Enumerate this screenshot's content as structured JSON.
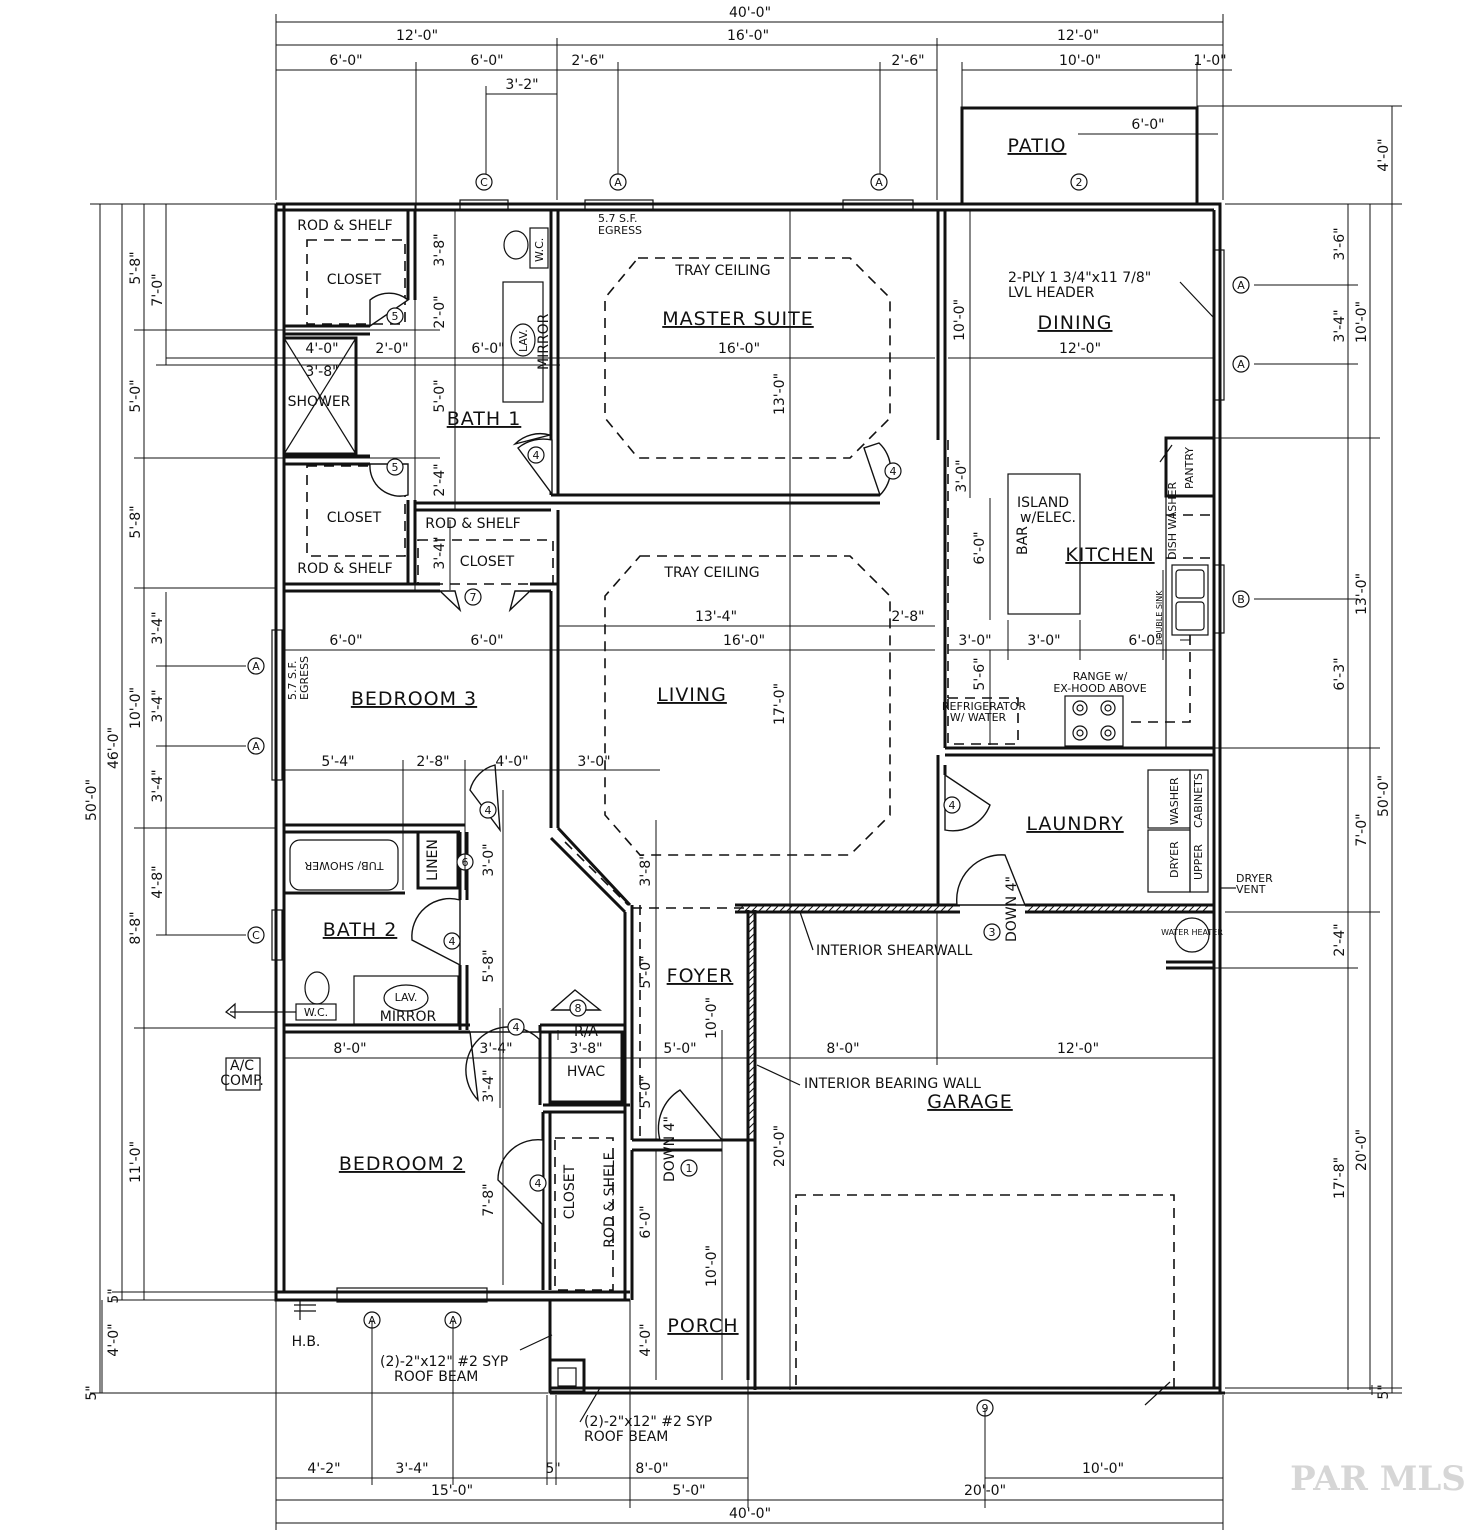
{
  "rooms": {
    "patio": "PATIO",
    "master_suite": "MASTER SUITE",
    "dining": "DINING",
    "kitchen": "KITCHEN",
    "bath1": "BATH 1",
    "bedroom3": "BEDROOM 3",
    "living": "LIVING",
    "laundry": "LAUNDRY",
    "bath2": "BATH 2",
    "foyer": "FOYER",
    "garage": "GARAGE",
    "bedroom2": "BEDROOM 2",
    "porch": "PORCH",
    "shower": "SHOWER",
    "closet": "CLOSET",
    "rod_shelf": "ROD & SHELF",
    "linen": "LINEN",
    "hvac": "HVAC",
    "pantry": "PANTRY"
  },
  "notes": {
    "tray_ceiling": "TRAY CEILING",
    "egress": "5.7 S.F.",
    "egress2": "EGRESS",
    "wc": "W.C.",
    "lav": "LAV.",
    "mirror": "MIRROR",
    "lvl_header_1": "2-PLY 1 3/4\"x11 7/8\"",
    "lvl_header_2": "LVL HEADER",
    "island_1": "ISLAND",
    "island_2": "w/ELEC.",
    "bar": "BAR",
    "dish_washer": "DISH WASHER",
    "range_1": "RANGE w/",
    "range_2": "EX-HOOD ABOVE",
    "fridge_1": "REFRIGERATOR",
    "fridge_2": "W/ WATER",
    "washer": "WASHER",
    "dryer": "DRYER",
    "upper": "UPPER",
    "cabinets": "CABINETS",
    "dryer_vent_1": "DRYER",
    "dryer_vent_2": "VENT",
    "down4": "DOWN 4\"",
    "water_heater": "WATER HEATER",
    "shearwall": "INTERIOR SHEARWALL",
    "bearing_wall": "INTERIOR BEARING WALL",
    "ra": "R/A",
    "ac_1": "A/C",
    "ac_2": "COMP.",
    "hb": "H.B.",
    "beam_1a": "(2)-2\"x12\" #2 SYP",
    "beam_1b": "ROOF BEAM",
    "beam_2a": "(2)-2\"x12\" #2 SYP",
    "beam_2b": "ROOF BEAM",
    "tub": "TUB/ SHOWER",
    "double_sink": "DOUBLE SINK"
  },
  "dims_top": {
    "total": "40'-0\"",
    "d12a": "12'-0\"",
    "d16": "16'-0\"",
    "d12b": "12'-0\"",
    "d6a": "6'-0\"",
    "d6b": "6'-0\"",
    "d2_6a": "2'-6\"",
    "d2_6b": "2'-6\"",
    "d10": "10'-0\"",
    "d1": "1'-0\"",
    "d3_2": "3'-2\"",
    "d6c": "6'-0\""
  },
  "dims_bottom": {
    "d4_2": "4'-2\"",
    "d3_4": "3'-4\"",
    "d5": "5\"",
    "d8": "8'-0\"",
    "d10": "10'-0\"",
    "d15": "15'-0\"",
    "d5b": "5'-0\"",
    "d20": "20'-0\"",
    "total": "40'-0\""
  },
  "dims_left": {
    "total50": "50'-0\"",
    "total46": "46'-0\"",
    "d4": "4'-0\"",
    "d5in": "5\"",
    "d5_8a": "5'-8\"",
    "d7": "7'-0\"",
    "d5a": "5'-0\"",
    "d5_8b": "5'-8\"",
    "d10": "10'-0\"",
    "d8_8": "8'-8\"",
    "d11": "11'-0\"",
    "d3_4a": "3'-4\"",
    "d3_4b": "3'-4\"",
    "d3_4c": "3'-4\"",
    "d4_8": "4'-8\""
  },
  "dims_right": {
    "d4": "4'-0\"",
    "d3_6": "3'-6\"",
    "d3_4": "3'-4\"",
    "d10a": "10'-0\"",
    "d13": "13'-0\"",
    "d6_3": "6'-3\"",
    "d7": "7'-0\"",
    "d2_4": "2'-4\"",
    "d17_8": "17'-8\"",
    "d20": "20'-0\"",
    "d50": "50'-0\"",
    "d5in": "5\""
  },
  "dims_inner": {
    "m16": "16'-0\"",
    "m13": "13'-0\"",
    "din12": "12'-0\"",
    "din10": "10'-0\"",
    "b6": "6'-0\"",
    "b2": "2'-0\"",
    "b4": "4'-0\"",
    "b3_8": "3'-8\"",
    "b3_8b": "3'-8\"",
    "b2_0": "2'-0\"",
    "b5_0": "5'-0\"",
    "b2_4": "2'-4\"",
    "b3_4": "3'-4\"",
    "l13_4": "13'-4\"",
    "l2_8": "2'-8\"",
    "l16": "16'-0\"",
    "l17": "17'-0\"",
    "k3_0a": "3'-0\"",
    "k3_0b": "3'-0\"",
    "k6_0": "6'-0\"",
    "k6_0b": "6'-0\"",
    "k3_0c": "3'-0\"",
    "k5_6": "5'-6\"",
    "r6a": "6'-0\"",
    "r6b": "6'-0\"",
    "r5_4": "5'-4\"",
    "r2_8": "2'-8\"",
    "r4_0": "4'-0\"",
    "r3_0": "3'-0\"",
    "f3_8": "3'-8\"",
    "f5_0": "5'-0\"",
    "f10_0": "10'-0\"",
    "f5_0b": "5'-0\"",
    "f3_0": "3'-0\"",
    "f5_8": "5'-8\"",
    "g8": "8'-0\"",
    "g12": "12'-0\"",
    "g20": "20'-0\"",
    "h3_4": "3'-4\"",
    "h3_8": "3'-8\"",
    "h3_4b": "3'-4\"",
    "h5_0": "5'-0\"",
    "h5_0c": "5'-0\"",
    "bd8": "8'-0\"",
    "bd7_8": "7'-8\"",
    "bd6_0": "6'-0\"",
    "p10": "10'-0\"",
    "p4": "4'-0\""
  },
  "tags": {
    "a": "A",
    "b": "B",
    "c": "C",
    "n1": "1",
    "n2": "2",
    "n3": "3",
    "n4": "4",
    "n5": "5",
    "n6": "6",
    "n7": "7",
    "n8": "8",
    "n9": "9"
  },
  "watermark": "PAR MLS"
}
